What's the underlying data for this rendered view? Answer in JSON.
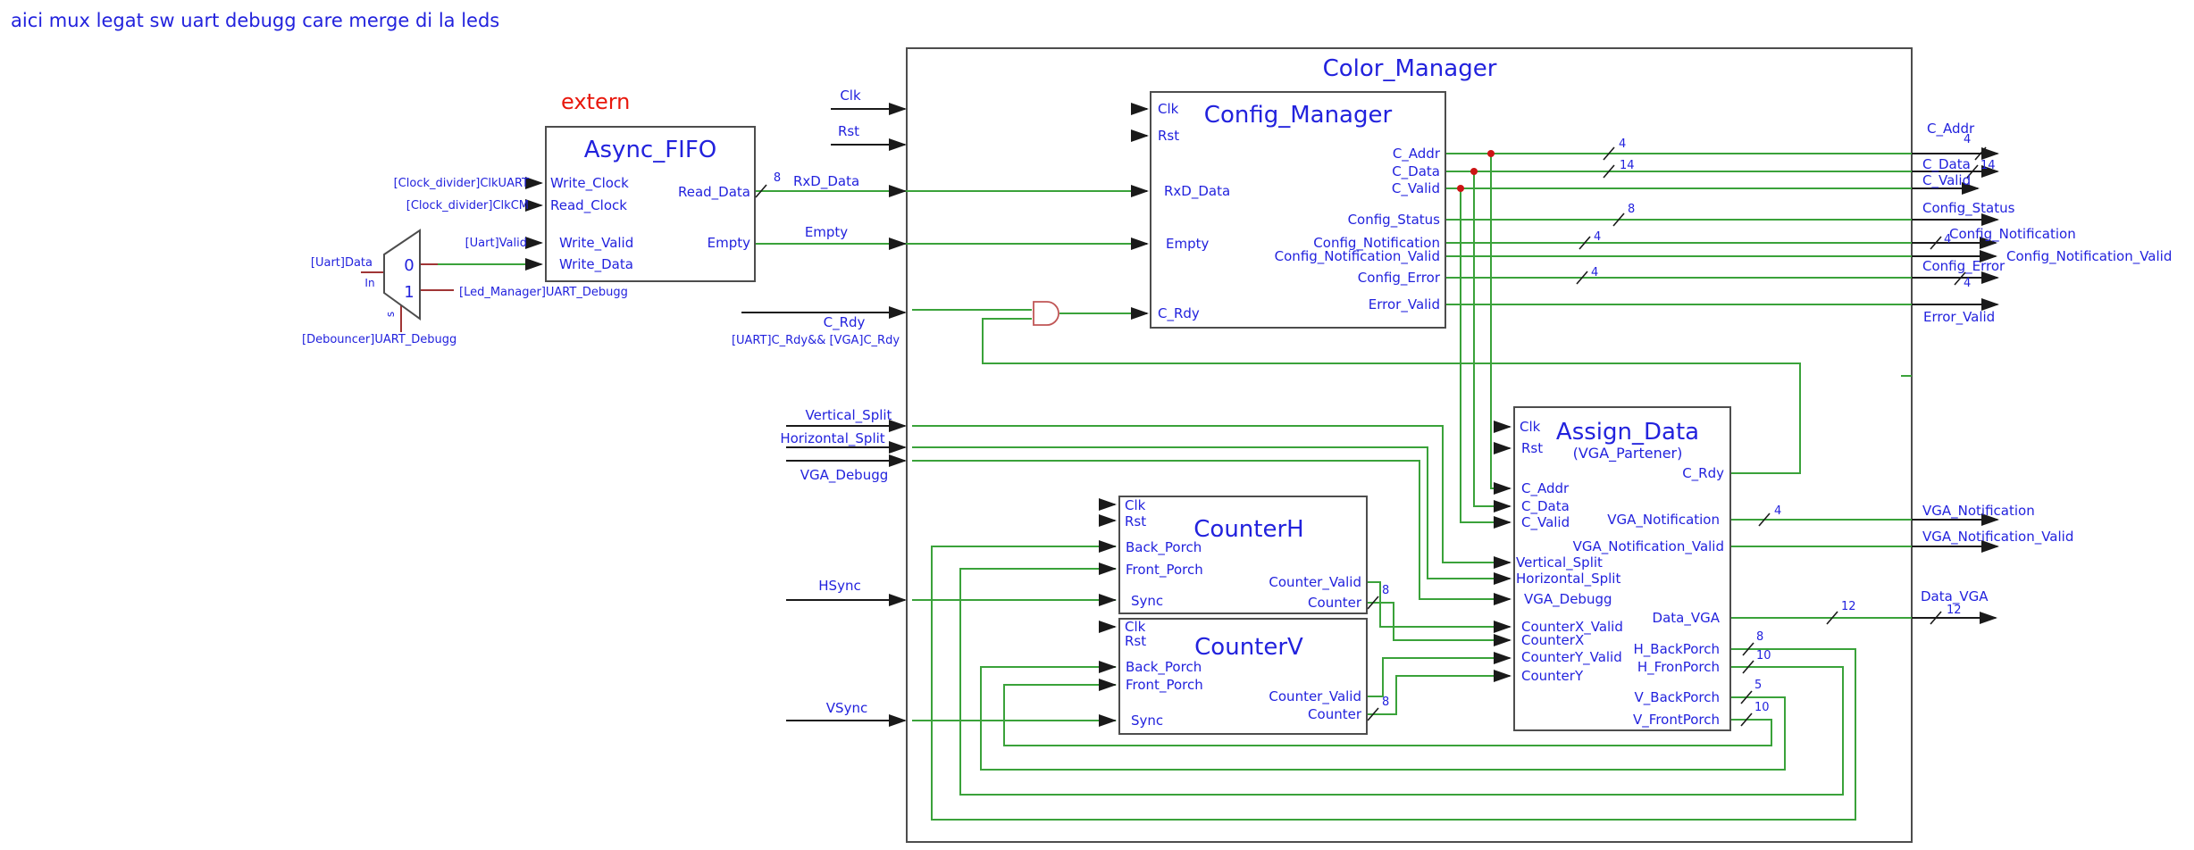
{
  "title": "aici mux legat sw uart debugg care merge di la leds",
  "extern_label": "extern",
  "colors": {
    "label_blue": "#2222dd",
    "wire_green": "#3aa23a",
    "wire_black": "#1a1a1a",
    "extern_red": "#e8170c",
    "mux_wire_red": "#a03535",
    "junction_red": "#cc1414",
    "block_border": "#4d4d4d"
  },
  "mux": {
    "data_in": "[Uart]Data",
    "in_label": "In",
    "sel_label": "s",
    "opt0": "0",
    "opt1": "1",
    "opt1_source": "[Led_Manager]UART_Debugg",
    "sel_source": "[Debouncer]UART_Debugg"
  },
  "async_fifo": {
    "title": "Async_FIFO",
    "write_clock": "Write_Clock",
    "read_clock": "Read_Clock",
    "write_valid": "Write_Valid",
    "write_data": "Write_Data",
    "read_data": "Read_Data",
    "empty": "Empty",
    "ext_clkuart": "[Clock_divider]ClkUART",
    "ext_clkcm": "[Clock_divider]ClkCM",
    "ext_valid": "[Uart]Valid"
  },
  "cm": {
    "title": "Color_Manager",
    "in": {
      "clk": "Clk",
      "rst": "Rst",
      "rxd": "RxD_Data",
      "rxd_w": "8",
      "empty": "Empty",
      "crdy": "C_Rdy",
      "crdy_expr": "[UART]C_Rdy&& [VGA]C_Rdy",
      "vsplit": "Vertical_Split",
      "hsplit": "Horizontal_Split",
      "vgad": "VGA_Debugg",
      "hsync": "HSync",
      "vsync": "VSync"
    },
    "out": {
      "caddr": "C_Addr",
      "caddr_w": "4",
      "cdata": "C_Data",
      "cdata_w": "14",
      "cvalid": "C_Valid",
      "status": "Config_Status",
      "notif": "Config_Notification",
      "notif_w": "4",
      "notifv": "Config_Notification_Valid",
      "cerr": "Config_Error",
      "cerr_w": "4",
      "errv": "Error_Valid",
      "vnotif": "VGA_Notification",
      "vnotifv": "VGA_Notification_Valid",
      "dvga": "Data_VGA",
      "dvga_w": "12"
    }
  },
  "cfg": {
    "title": "Config_Manager",
    "clk": "Clk",
    "rst": "Rst",
    "rxd": "RxD_Data",
    "empty": "Empty",
    "crdy": "C_Rdy",
    "caddr": "C_Addr",
    "caddr_w": "4",
    "cdata": "C_Data",
    "cdata_w": "14",
    "cvalid": "C_Valid",
    "status": "Config_Status",
    "status_w": "8",
    "notif": "Config_Notification",
    "notif_w": "4",
    "notifv": "Config_Notification_Valid",
    "cerr": "Config_Error",
    "cerr_w": "4",
    "errv": "Error_Valid"
  },
  "ch": {
    "title": "CounterH",
    "clk": "Clk",
    "rst": "Rst",
    "back": "Back_Porch",
    "front": "Front_Porch",
    "sync": "Sync",
    "cval": "Counter_Valid",
    "cnt": "Counter",
    "w": "8"
  },
  "cv": {
    "title": "CounterV",
    "clk": "Clk",
    "rst": "Rst",
    "back": "Back_Porch",
    "front": "Front_Porch",
    "sync": "Sync",
    "cval": "Counter_Valid",
    "cnt": "Counter",
    "w": "8"
  },
  "ad": {
    "title": "Assign_Data",
    "subtitle": "(VGA_Partener)",
    "clk": "Clk",
    "rst": "Rst",
    "caddr": "C_Addr",
    "cdata": "C_Data",
    "cvalid": "C_Valid",
    "vsplit": "Vertical_Split",
    "hsplit": "Horizontal_Split",
    "vgad": "VGA_Debugg",
    "cxv": "CounterX_Valid",
    "cx": "CounterX",
    "cyv": "CounterY_Valid",
    "cy": "CounterY",
    "crdy": "C_Rdy",
    "vnotif": "VGA_Notification",
    "vnotif_w": "4",
    "vnotifv": "VGA_Notification_Valid",
    "dvga": "Data_VGA",
    "dvga_w": "12",
    "hback": "H_BackPorch",
    "hback_w": "8",
    "hfront": "H_FronPorch",
    "hfront_w": "10",
    "vback": "V_BackPorch",
    "vback_w": "5",
    "vfront": "V_FrontPorch",
    "vfront_w": "10"
  }
}
